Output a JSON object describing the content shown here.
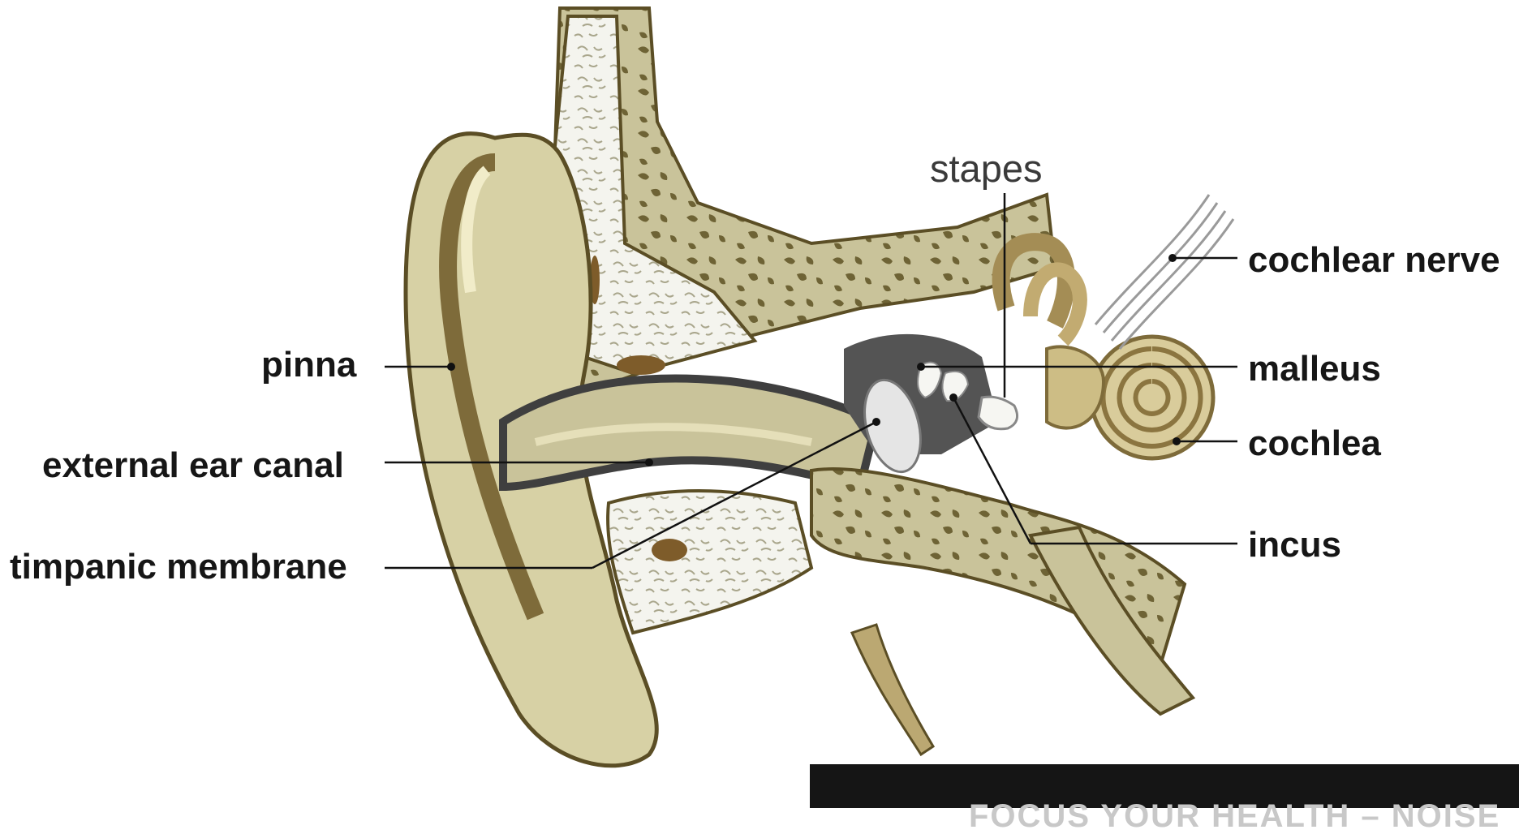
{
  "diagram": {
    "labels": {
      "stapes": "stapes",
      "cochlear_nerve": "cochlear nerve",
      "pinna": "pinna",
      "malleus": "malleus",
      "cochlea": "cochlea",
      "external_ear_canal": "external ear canal",
      "incus": "incus",
      "timpanic_membrane": "timpanic membrane"
    },
    "banner_text": "FOCUS YOUR HEALTH – NOISE"
  },
  "colors": {
    "tissue": "#c9c39a",
    "tissue_light": "#e2dcb4",
    "tissue_dark": "#7e6b3a",
    "bone_speckle": "#6e6335",
    "cavity": "#545454",
    "marrow": "#f4f4ee",
    "label_text": "#161616",
    "banner": "#151515"
  }
}
